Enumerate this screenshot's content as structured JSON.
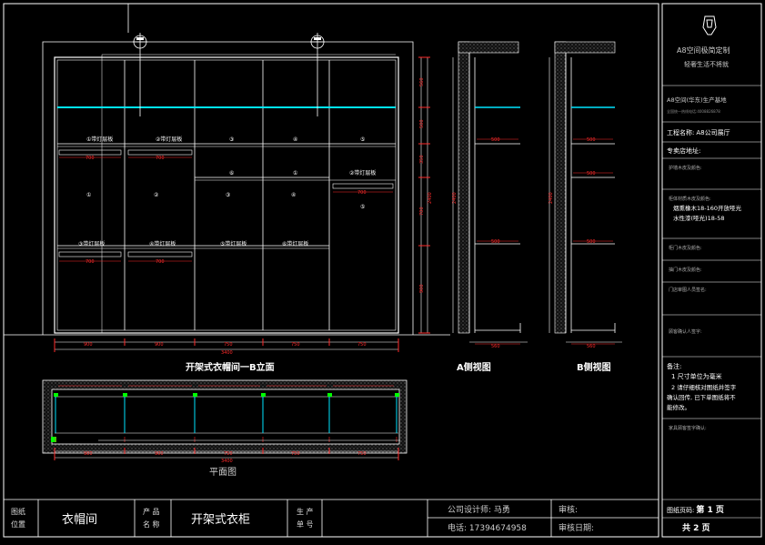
{
  "titles": {
    "elevation": "开架式衣帽间一B立面",
    "side_a": "A侧视图",
    "side_b": "B侧视图",
    "plan": "平面图"
  },
  "brand": {
    "name": "A8空间极简定制",
    "slogan": "轻奢生活不将就",
    "factory": "A8空间(华东)生产基地",
    "hotline": "全国统一热线电话:4008826878"
  },
  "panel": {
    "project_label": "工程名称:",
    "project_value": "A8公司展厅",
    "store_label": "专卖店地址:",
    "side_panel_material": "护墙木皮及颜色:",
    "cabinet_material_label": "柜体材质木皮及颜色:",
    "cabinet_material_line1": "烟熏橡木18-160开放哑光",
    "cabinet_material_line2": "水性漆(哑光)18-58",
    "door_material": "柜门木皮及颜色:",
    "drawer_material": "抽门木皮及颜色:",
    "guide_confirm": "门店审图人员签名:",
    "customer_confirm": "顾客确认人签字:",
    "notes_title": "备注:",
    "note1": "1 尺寸单位为毫米",
    "note2_line1": "2 请仔细核对图纸并签字",
    "note2_line2": "确认回传, 已下单图纸将不",
    "note2_line3": "能修改。",
    "customer_sign": "家具顾客签字确认:",
    "page_label": "图纸页码:",
    "page_value": "第 1 页",
    "total_pages": "共 2 页"
  },
  "footer": {
    "location_label_1": "图纸",
    "location_label_2": "位置",
    "location_value": "衣帽间",
    "product_label_1": "产 品",
    "product_label_2": "名 称",
    "product_value": "开架式衣柜",
    "serial_label_1": "生 产",
    "serial_label_2": "单 号",
    "designer": "公司设计师: 马勇",
    "phone": "电话: 17394674958",
    "reviewer": "审核:",
    "review_date": "审核日期:"
  },
  "labels": {
    "light_shelf": "带灯层板",
    "n1": "①",
    "n2": "②",
    "n3": "③",
    "n4": "④",
    "n5": "⑤",
    "n6": "⑥"
  },
  "dims": {
    "d900": "900",
    "d750": "750",
    "d3400": "3400",
    "d560": "560",
    "d500": "500",
    "d2400": "2400",
    "d350": "350",
    "d700": "700"
  },
  "colors": {
    "line": "#ffffff",
    "dim": "#ff2a2a",
    "cyan": "#00e5ff",
    "yellow": "#ffff00",
    "green": "#00ff00",
    "grey": "#9a9a9a"
  }
}
